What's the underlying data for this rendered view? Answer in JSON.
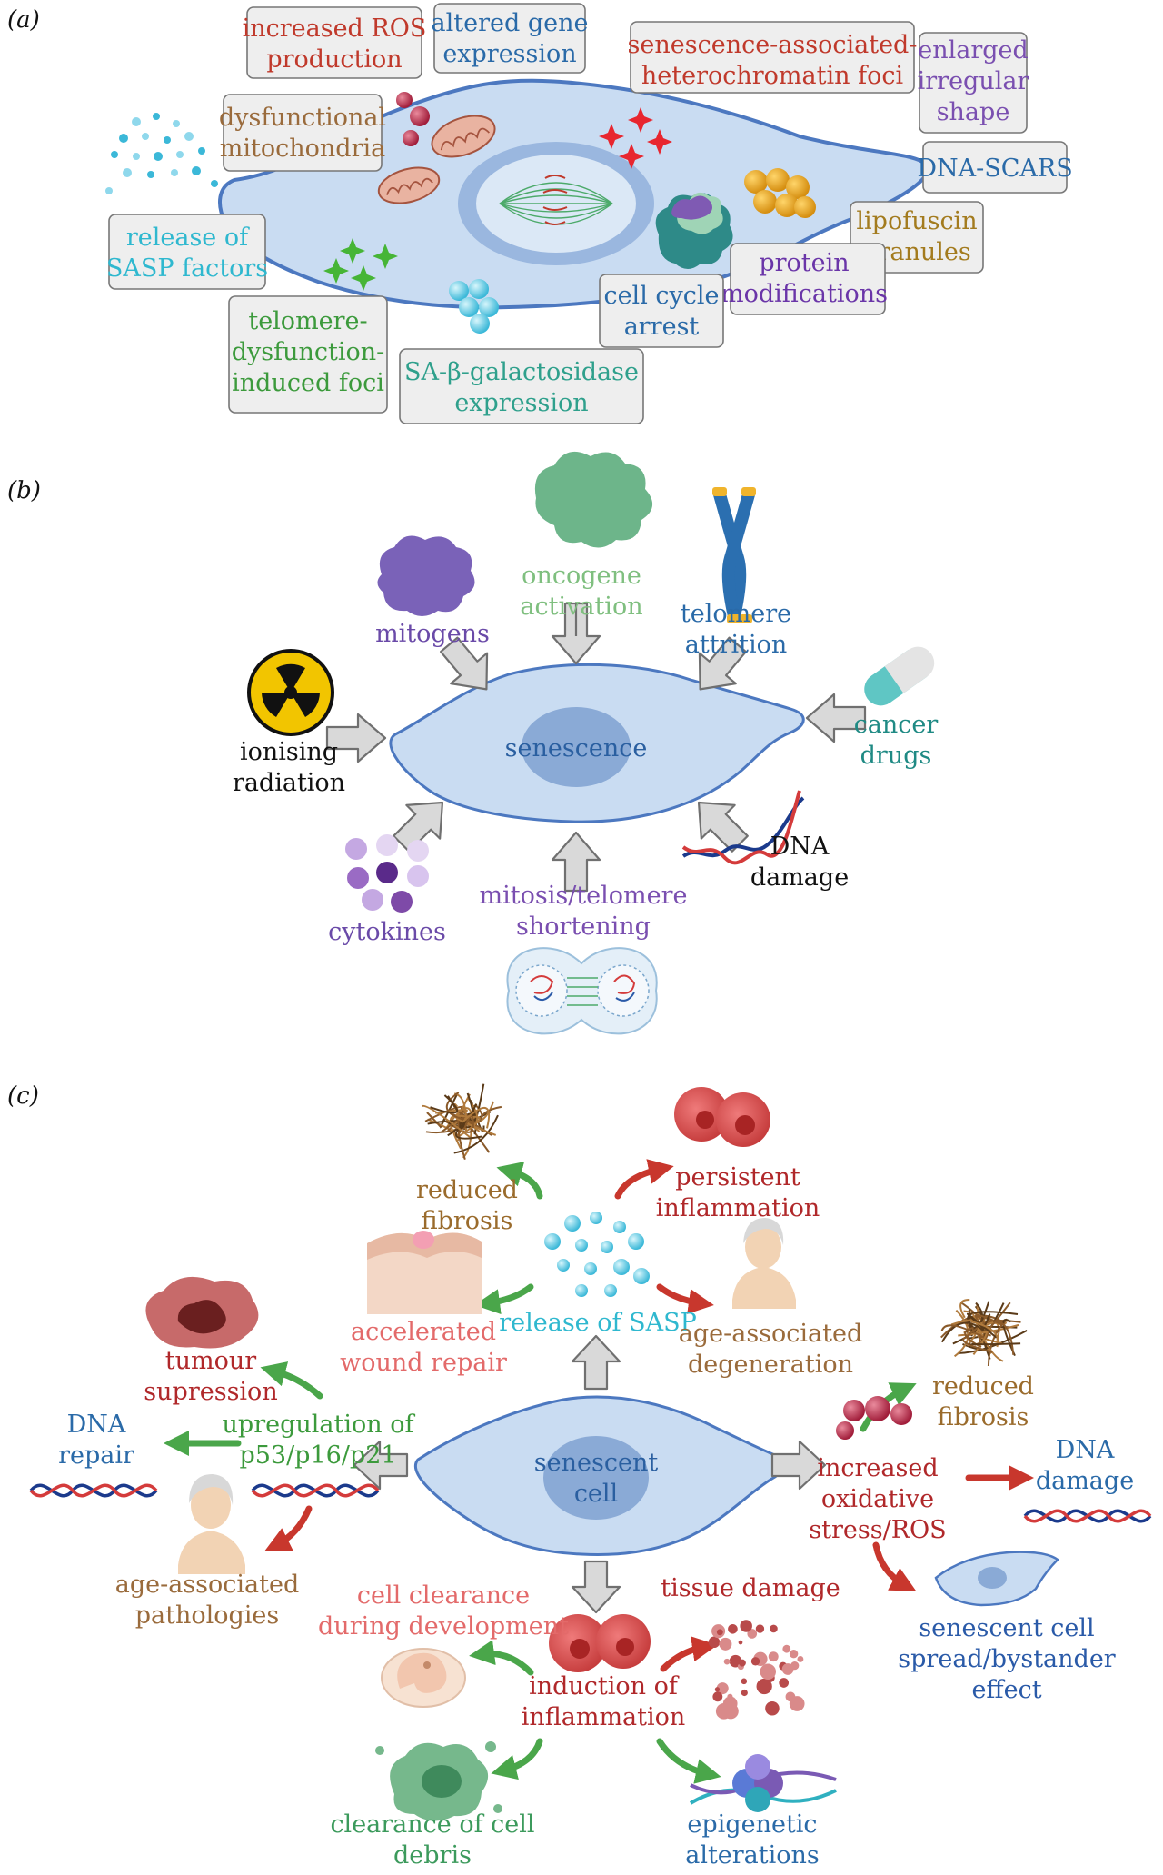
{
  "panel_a": {
    "panel_label": "(a)",
    "labels": {
      "ros": [
        "increased ROS",
        "production"
      ],
      "gene": [
        "altered gene",
        "expression"
      ],
      "sahf": [
        "senescence-associated-",
        "heterochromatin foci"
      ],
      "shape": [
        "enlarged",
        "irregular",
        "shape"
      ],
      "mito": [
        "dysfunctional",
        "mitochondria"
      ],
      "dnascars": [
        "DNA-SCARS"
      ],
      "sasp": [
        "release of",
        "SASP factors"
      ],
      "lipo": [
        "lipofuscin",
        "granules"
      ],
      "protein": [
        "protein",
        "modifications"
      ],
      "arrest": [
        "cell cycle",
        "arrest"
      ],
      "tif": [
        "telomere-",
        "dysfunction-",
        "induced foci"
      ],
      "gal": [
        "SA-β-galactosidase",
        "expression"
      ]
    }
  },
  "panel_b": {
    "panel_label": "(b)",
    "center": "senescence",
    "labels": {
      "oncogene": [
        "oncogene",
        "activation"
      ],
      "mitogens": [
        "mitogens"
      ],
      "telomere": [
        "telomere",
        "attrition"
      ],
      "radiation": [
        "ionising",
        "radiation"
      ],
      "drugs": [
        "cancer",
        "drugs"
      ],
      "dna": [
        "DNA",
        "damage"
      ],
      "cytokines": [
        "cytokines"
      ],
      "mitosis": [
        "mitosis/telomere",
        "shortening"
      ]
    }
  },
  "panel_c": {
    "panel_label": "(c)",
    "center": [
      "senescent",
      "cell"
    ],
    "labels": {
      "fibrosis_top": [
        "reduced",
        "fibrosis"
      ],
      "inflammation": [
        "persistent",
        "inflammation"
      ],
      "wound": [
        "accelerated",
        "wound repair"
      ],
      "release": [
        "release of SASP"
      ],
      "degeneration": [
        "age-associated",
        "degeneration"
      ],
      "tumour": [
        "tumour",
        "supression"
      ],
      "upregulation": [
        "upregulation of",
        "p53/p16/p21"
      ],
      "dna_repair": [
        "DNA",
        "repair"
      ],
      "pathologies": [
        "age-associated",
        "pathologies"
      ],
      "fibrosis_right": [
        "reduced",
        "fibrosis"
      ],
      "oxidative": [
        "increased",
        "oxidative",
        "stress/ROS"
      ],
      "dna_damage": [
        "DNA",
        "damage"
      ],
      "spread": [
        "senescent cell",
        "spread/bystander",
        "effect"
      ],
      "clearance_dev": [
        "cell clearance",
        "during development"
      ],
      "tissue": [
        "tissue damage"
      ],
      "induction": [
        "induction of",
        "inflammation"
      ],
      "debris": [
        "clearance of cell",
        "debris"
      ],
      "epigenetic": [
        "epigenetic",
        "alterations"
      ]
    }
  },
  "colors": {
    "cell_fill": "#c9dcf2",
    "cell_stroke": "#4c78c0",
    "nucleus": "#8aaad6",
    "red_text": "#c0392b",
    "blue_text": "#2a6aa8",
    "brown_text": "#9a6b3c",
    "purple_text": "#7a4fb0",
    "cyan_text": "#2fb8cf",
    "green_text": "#3c9a3c",
    "gold_text": "#a37b1e",
    "green_arrow": "#4aa64a",
    "red_arrow": "#c8372d"
  }
}
